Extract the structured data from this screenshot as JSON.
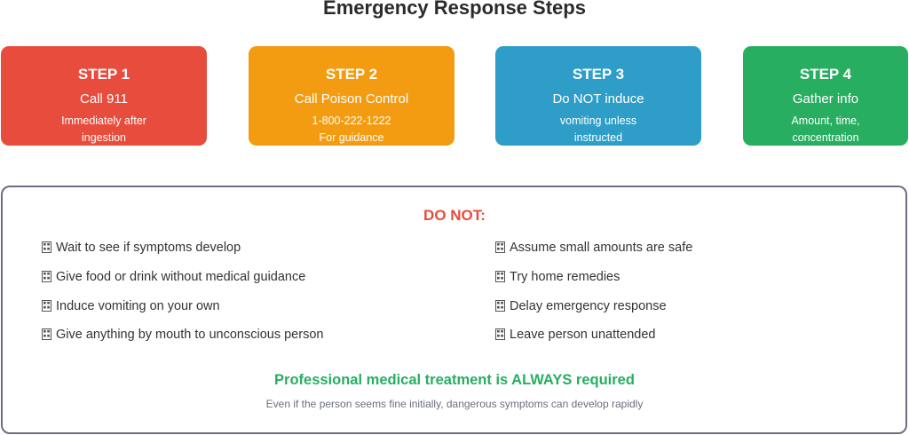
{
  "title": "Emergency Response Steps",
  "colors": {
    "step1": "#e74c3c",
    "step2": "#f39c12",
    "step3": "#2e9ec8",
    "step4": "#27ae60",
    "warning_title": "#e74c3c",
    "emphasis": "#27ae60",
    "panel_border": "#6b6e80"
  },
  "steps": [
    {
      "label": "STEP 1",
      "action": "Call 911",
      "detail1": "Immediately after",
      "detail2": "ingestion"
    },
    {
      "label": "STEP 2",
      "action": "Call Poison Control",
      "detail1": "1-800-222-1222",
      "detail2": "For guidance"
    },
    {
      "label": "STEP 3",
      "action": "Do NOT induce",
      "detail1": "vomiting unless",
      "detail2": "instructed"
    },
    {
      "label": "STEP 4",
      "action": "Gather info",
      "detail1": "Amount, time,",
      "detail2": "concentration"
    }
  ],
  "donot": {
    "title": "DO NOT:",
    "marker_icon": "missing-glyph-box",
    "left": [
      "Wait to see if symptoms develop",
      "Give food or drink without medical guidance",
      "Induce vomiting on your own",
      "Give anything by mouth to unconscious person"
    ],
    "right": [
      "Assume small amounts are safe",
      "Try home remedies",
      "Delay emergency response",
      "Leave person unattended"
    ]
  },
  "emphasis": "Professional medical treatment is ALWAYS required",
  "note": "Even if the person seems fine initially, dangerous symptoms can develop rapidly"
}
